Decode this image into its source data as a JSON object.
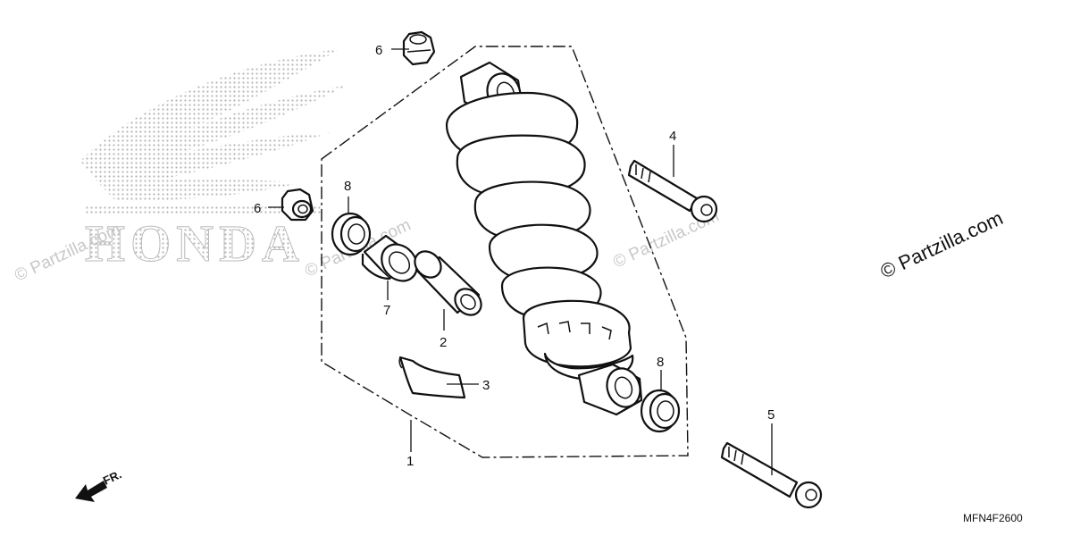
{
  "diagram": {
    "callouts": [
      {
        "id": "c6a",
        "label": "6"
      },
      {
        "id": "c6b",
        "label": "6"
      },
      {
        "id": "c8a",
        "label": "8"
      },
      {
        "id": "c7",
        "label": "7"
      },
      {
        "id": "c2",
        "label": "2"
      },
      {
        "id": "c3",
        "label": "3"
      },
      {
        "id": "c1",
        "label": "1"
      },
      {
        "id": "c4",
        "label": "4"
      },
      {
        "id": "c8b",
        "label": "8"
      },
      {
        "id": "c5",
        "label": "5"
      }
    ],
    "front_label": "FR.",
    "diagram_code": "MFN4F2600"
  },
  "watermark": {
    "copyright": "© Partzilla.com",
    "faint": "© Partzilla.com",
    "brand": "HONDA"
  }
}
